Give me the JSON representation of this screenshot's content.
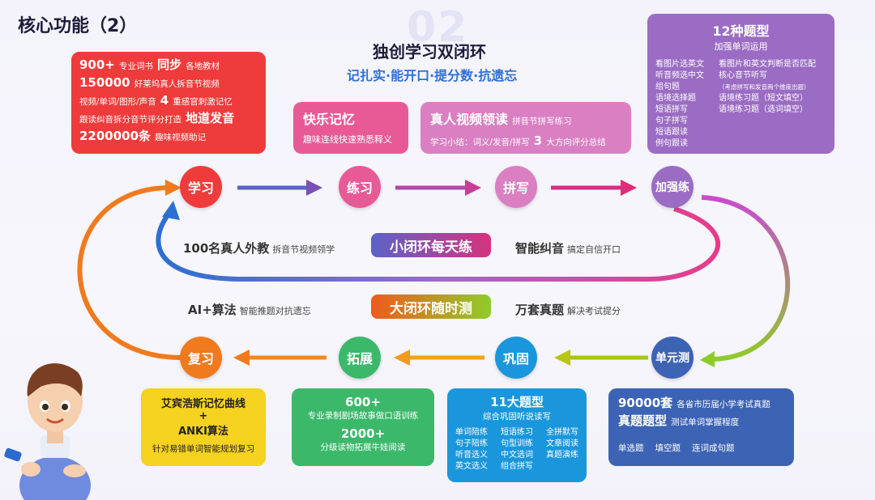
{
  "page_title": "核心功能（2）",
  "watermark": "02",
  "header": {
    "title": "独创学习双闭环",
    "subtitle": "记扎实·能开口·提分数·抗遗忘"
  },
  "nodes": {
    "learn": "学习",
    "practice": "练习",
    "spell": "拼写",
    "reinforce": "加强练",
    "unit_test": "单元测",
    "consolidate": "巩固",
    "expand": "拓展",
    "review": "复习"
  },
  "box_learn": {
    "l1_big": "900+",
    "l1_small": "专业词书",
    "l1_big2": "同步",
    "l1_small2": "各地教材",
    "l2_big": "150000",
    "l2_small": "好莱坞真人拆音节视频",
    "l3_small": "视频/单词/图形/声音",
    "l3_big": "4",
    "l3_small2": "重感官刺激记忆",
    "l4_small": "跟读纠音拆分音节评分打造",
    "l4_big": "地道发音",
    "l5_big": "2200000条",
    "l5_small": "趣味视频助记"
  },
  "box_memory": {
    "title": "快乐记忆",
    "desc": "趣味连线快速熟悉释义"
  },
  "box_video": {
    "title": "真人视频领读",
    "title_small": "拼音节拼写练习",
    "desc1": "学习小结：词义/发音/拼写",
    "desc_big": "3",
    "desc2": "大方向评分总结"
  },
  "box_types12": {
    "title": "12种题型",
    "subtitle": "加强单词运用",
    "left": [
      "看图片选英文",
      "听音频选中文",
      "组句题",
      "语境选择题",
      "短语拼写",
      "句子拼写",
      "短语跟读",
      "例句跟读"
    ],
    "right": [
      "看图片和英文判断是否匹配",
      "核心音节听写"
    ],
    "note": "（考虑拼写和发音两个维度出题）",
    "right2": [
      "语境练习题（短文填空）",
      "语境练习题（选词填空）"
    ]
  },
  "inner": {
    "teacher": "100名真人外教",
    "teacher_small": "拆音节视频领学",
    "small_loop": "小闭环每天练",
    "correct": "智能纠音",
    "correct_small": "搞定自信开口",
    "ai": "AI+算法",
    "ai_small": "智能推题对抗遗忘",
    "big_loop": "大闭环随时测",
    "exam": "万套真题",
    "exam_small": "解决考试提分"
  },
  "box_review": {
    "l1": "艾宾浩斯记忆曲线",
    "l2": "+",
    "l3": "ANKI算法",
    "l4": "针对易错单词智能规划复习"
  },
  "box_expand": {
    "n1": "600+",
    "d1": "专业录制剧场故事做口语训练",
    "n2": "2000+",
    "d2": "分级读物拓展牛娃阅读"
  },
  "box_types11": {
    "title": "11大题型",
    "subtitle": "综合巩固听说读写",
    "col1": [
      "单词陪练",
      "句子陪练",
      "听音选义",
      "英文选义"
    ],
    "col2": [
      "短语练习",
      "句型训练",
      "中文选词",
      "组合拼写"
    ],
    "col3": [
      "全拼默写",
      "文章阅读",
      "真题演练",
      ""
    ]
  },
  "box_unit": {
    "l1_big": "90000套",
    "l1_small": "各省市历届小学考试真题",
    "l2_big": "真题题型",
    "l2_small": "测试单词掌握程度",
    "tags": [
      "单选题",
      "填空题",
      "连词成句题"
    ]
  },
  "colors": {
    "red": "#ef3b3b",
    "pink": "#e04a8c",
    "purple": "#9b6cc4",
    "green": "#3cb86a",
    "blue": "#1a97dc",
    "navy": "#3d63b5",
    "yellow": "#f5d21f",
    "orange": "#f07a1e"
  }
}
